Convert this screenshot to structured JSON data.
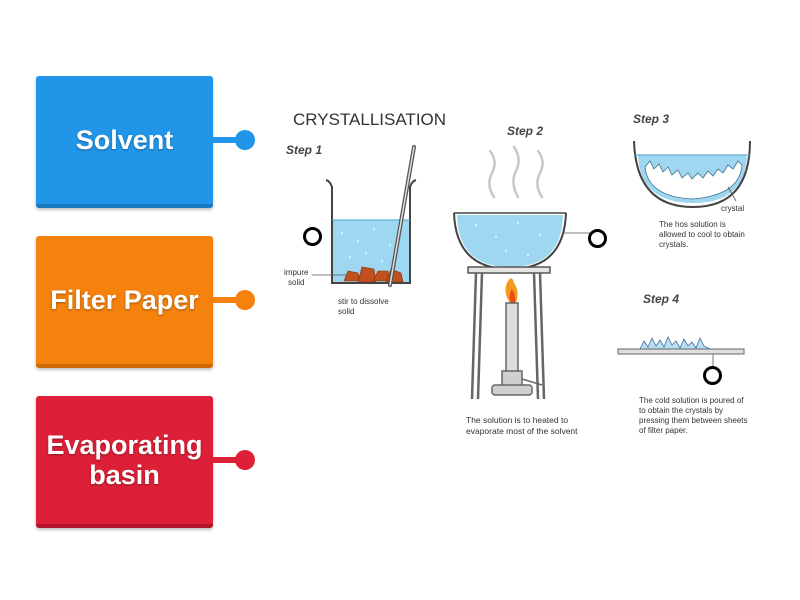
{
  "cards": [
    {
      "label": "Solvent",
      "color": "#2196e8"
    },
    {
      "label": "Filter Paper",
      "color": "#f5820d"
    },
    {
      "label": "Evaporating basin",
      "color": "#dd2038"
    }
  ],
  "diagram": {
    "title": "CRYSTALLISATION",
    "step1": {
      "label": "Step 1",
      "impure_line1": "impure",
      "impure_line2": "solid",
      "stir_line1": "stir to dissolve",
      "stir_line2": "solid"
    },
    "step2": {
      "label": "Step 2",
      "caption_line1": "The solution is to heated to",
      "caption_line2": "evaporate most of the solvent"
    },
    "step3": {
      "label": "Step 3",
      "crystal": "crystal",
      "caption_line1": "The hos solution is",
      "caption_line2": "allowed to cool to obtain",
      "caption_line3": "crystals."
    },
    "step4": {
      "label": "Step 4",
      "caption_line1": "The cold solution is poured of",
      "caption_line2": "to obtain the crystals  by",
      "caption_line3": "pressing them between sheets",
      "caption_line4": "of filter paper."
    }
  }
}
